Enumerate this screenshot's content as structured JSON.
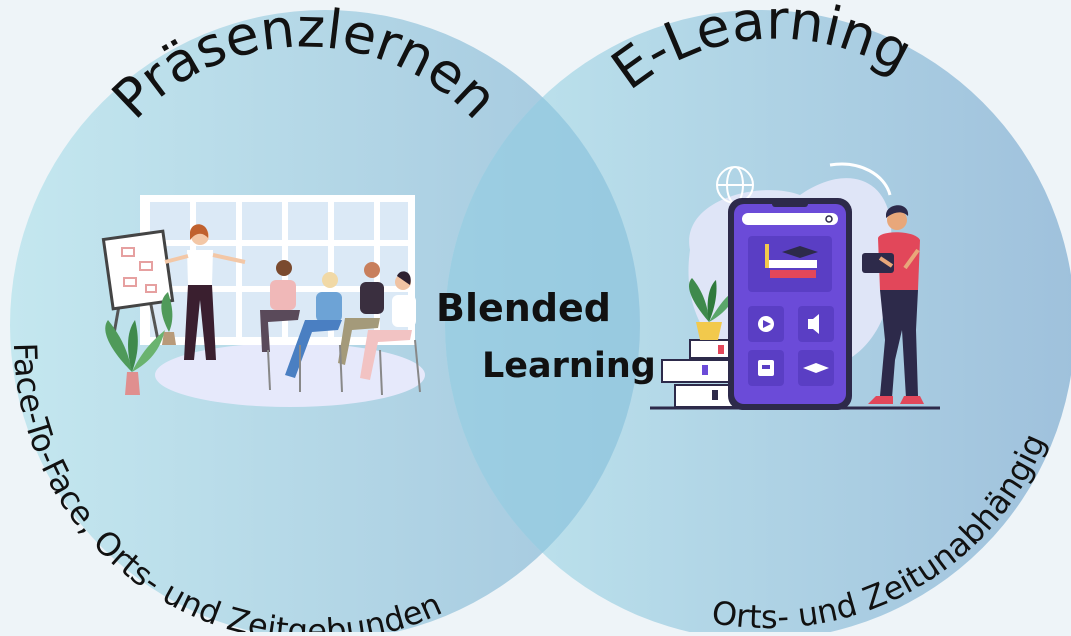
{
  "left_circle": {
    "title": "Präsenzlernen",
    "subtitle": "Face-To-Face, Orts- und Zeitgebunden"
  },
  "right_circle": {
    "title": "E-Learning",
    "subtitle": "Orts- und Zeitunabhängig"
  },
  "overlap": {
    "line1": "Blended",
    "line2": "Learning"
  },
  "colors": {
    "background": "#eef4f8",
    "circle_light": "#bfe4ee",
    "circle_dark": "#9ec3dc",
    "overlap": "#7fbcd8",
    "phone": "#6b4bd8",
    "phone_dark": "#2d2a4a",
    "person_shirt": "#e2475a"
  }
}
